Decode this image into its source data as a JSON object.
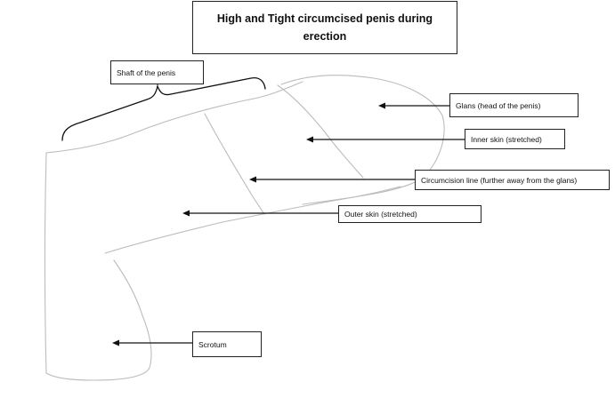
{
  "title": "High and Tight circumcised penis during erection",
  "labels": {
    "shaft": "Shaft of the penis",
    "glans": "Glans (head of the penis)",
    "inner_skin": "Inner skin (stretched)",
    "circ_line": "Circumcision line (further away from the glans)",
    "outer_skin": "Outer skin (stretched)",
    "scrotum": "Scrotum"
  },
  "colors": {
    "sketch": "#bdbdbd",
    "arrow": "#111111",
    "box_border": "#222222"
  }
}
